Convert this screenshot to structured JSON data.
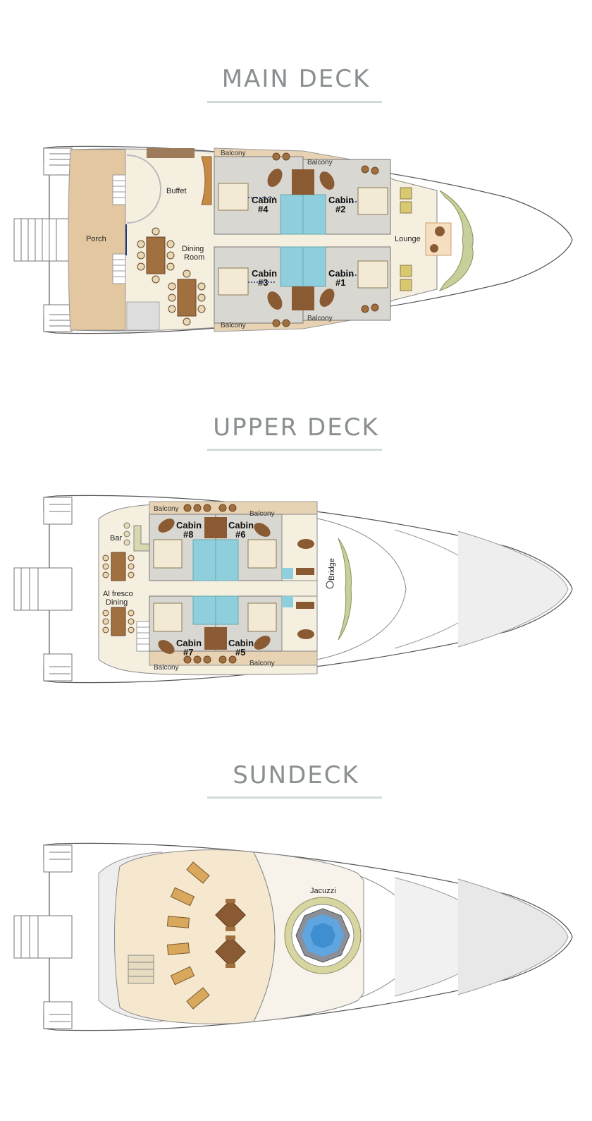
{
  "decks": [
    {
      "title": "MAIN DECK",
      "labels": {
        "porch": "Porch",
        "buffet": "Buffet",
        "dining_1": "Dining",
        "dining_2": "Room",
        "lounge": "Lounge",
        "balcony": "Balcony",
        "cabin4_a": "Cabin",
        "cabin4_b": "#4",
        "cabin2_a": "Cabin",
        "cabin2_b": "#2",
        "cabin3_a": "Cabin",
        "cabin3_b": "#3",
        "cabin1_a": "Cabin",
        "cabin1_b": "#1"
      }
    },
    {
      "title": "UPPER DECK",
      "labels": {
        "bar": "Bar",
        "alfresco_1": "Al fresco",
        "alfresco_2": "Dining",
        "bridge": "Bridge",
        "balcony": "Balcony",
        "cabin8_a": "Cabin",
        "cabin8_b": "#8",
        "cabin6_a": "Cabin",
        "cabin6_b": "#6",
        "cabin7_a": "Cabin",
        "cabin7_b": "#7",
        "cabin5_a": "Cabin",
        "cabin5_b": "#5"
      }
    },
    {
      "title": "SUNDECK",
      "labels": {
        "jacuzzi": "Jacuzzi"
      }
    }
  ],
  "colors": {
    "deck_floor": "#f5efe0",
    "porch": "#e2c7a0",
    "cabin_floor": "#d9d7d2",
    "balcony": "#e7d3b4",
    "bath": "#8fcfdd",
    "wood": "#8a5a32",
    "hull_line": "#555555",
    "pool": "#3f8fd0"
  }
}
